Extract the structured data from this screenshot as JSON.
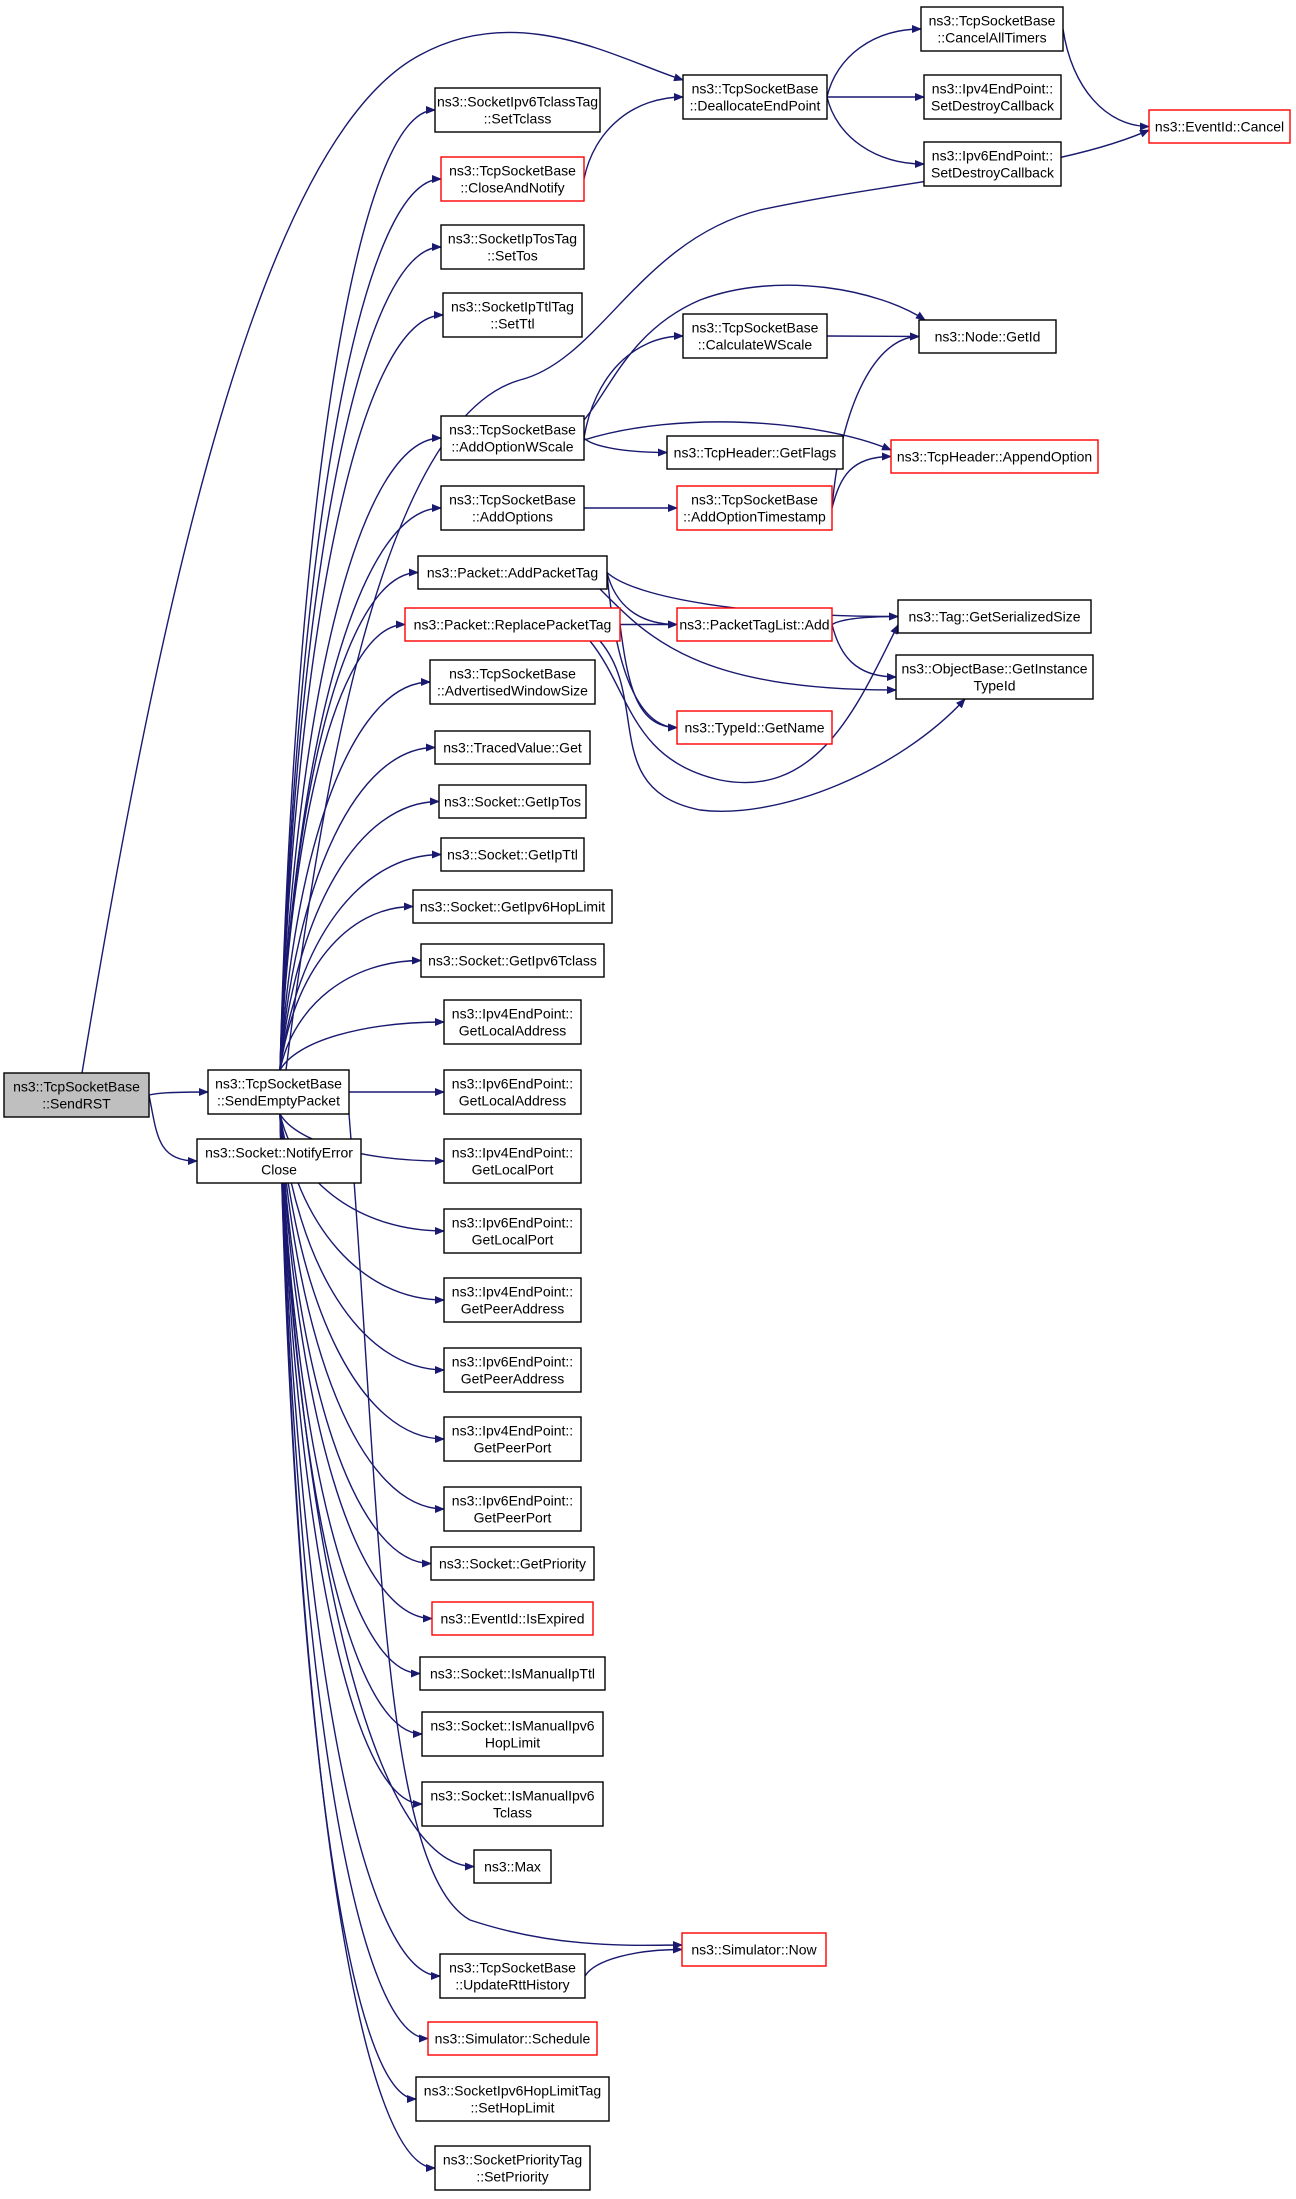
{
  "diagram": {
    "type": "call-graph",
    "colors": {
      "edge": "#191970",
      "root_fill": "#bfbfbf",
      "truncated_border": "#ff0000",
      "normal_border": "#000000"
    },
    "nodes": [
      {
        "id": "sendrst",
        "lines": [
          "ns3::TcpSocketBase",
          "::SendRST"
        ],
        "style": "root"
      },
      {
        "id": "sendempty",
        "lines": [
          "ns3::TcpSocketBase",
          "::SendEmptyPacket"
        ],
        "style": "normal"
      },
      {
        "id": "notifyerror",
        "lines": [
          "ns3::Socket::NotifyError",
          "Close"
        ],
        "style": "normal"
      },
      {
        "id": "dealloc",
        "lines": [
          "ns3::TcpSocketBase",
          "::DeallocateEndPoint"
        ],
        "style": "normal"
      },
      {
        "id": "cancelall",
        "lines": [
          "ns3::TcpSocketBase",
          "::CancelAllTimers"
        ],
        "style": "normal"
      },
      {
        "id": "ipv4destroy",
        "lines": [
          "ns3::Ipv4EndPoint::",
          "SetDestroyCallback"
        ],
        "style": "normal"
      },
      {
        "id": "ipv6destroy",
        "lines": [
          "ns3::Ipv6EndPoint::",
          "SetDestroyCallback"
        ],
        "style": "normal"
      },
      {
        "id": "eventcancel",
        "lines": [
          "ns3::EventId::Cancel"
        ],
        "style": "red"
      },
      {
        "id": "settclass",
        "lines": [
          "ns3::SocketIpv6TclassTag",
          "::SetTclass"
        ],
        "style": "normal"
      },
      {
        "id": "closenotify",
        "lines": [
          "ns3::TcpSocketBase",
          "::CloseAndNotify"
        ],
        "style": "red"
      },
      {
        "id": "settos",
        "lines": [
          "ns3::SocketIpTosTag",
          "::SetTos"
        ],
        "style": "normal"
      },
      {
        "id": "setttl",
        "lines": [
          "ns3::SocketIpTtlTag",
          "::SetTtl"
        ],
        "style": "normal"
      },
      {
        "id": "calcwscale",
        "lines": [
          "ns3::TcpSocketBase",
          "::CalculateWScale"
        ],
        "style": "normal"
      },
      {
        "id": "nodegetid",
        "lines": [
          "ns3::Node::GetId"
        ],
        "style": "normal"
      },
      {
        "id": "addwscale",
        "lines": [
          "ns3::TcpSocketBase",
          "::AddOptionWScale"
        ],
        "style": "normal"
      },
      {
        "id": "getflags",
        "lines": [
          "ns3::TcpHeader::GetFlags"
        ],
        "style": "normal"
      },
      {
        "id": "appendopt",
        "lines": [
          "ns3::TcpHeader::AppendOption"
        ],
        "style": "red"
      },
      {
        "id": "addoptions",
        "lines": [
          "ns3::TcpSocketBase",
          "::AddOptions"
        ],
        "style": "normal"
      },
      {
        "id": "addts",
        "lines": [
          "ns3::TcpSocketBase",
          "::AddOptionTimestamp"
        ],
        "style": "red"
      },
      {
        "id": "addpackettag",
        "lines": [
          "ns3::Packet::AddPacketTag"
        ],
        "style": "normal"
      },
      {
        "id": "replacetag",
        "lines": [
          "ns3::Packet::ReplacePacketTag"
        ],
        "style": "red"
      },
      {
        "id": "tagadd",
        "lines": [
          "ns3::PacketTagList::Add"
        ],
        "style": "red"
      },
      {
        "id": "getsersize",
        "lines": [
          "ns3::Tag::GetSerializedSize"
        ],
        "style": "normal"
      },
      {
        "id": "getinst",
        "lines": [
          "ns3::ObjectBase::GetInstance",
          "TypeId"
        ],
        "style": "normal"
      },
      {
        "id": "typename",
        "lines": [
          "ns3::TypeId::GetName"
        ],
        "style": "red"
      },
      {
        "id": "advwin",
        "lines": [
          "ns3::TcpSocketBase",
          "::AdvertisedWindowSize"
        ],
        "style": "normal"
      },
      {
        "id": "tracedget",
        "lines": [
          "ns3::TracedValue::Get"
        ],
        "style": "normal"
      },
      {
        "id": "getiptos",
        "lines": [
          "ns3::Socket::GetIpTos"
        ],
        "style": "normal"
      },
      {
        "id": "getipttl",
        "lines": [
          "ns3::Socket::GetIpTtl"
        ],
        "style": "normal"
      },
      {
        "id": "gethoplimit",
        "lines": [
          "ns3::Socket::GetIpv6HopLimit"
        ],
        "style": "normal"
      },
      {
        "id": "gettclass",
        "lines": [
          "ns3::Socket::GetIpv6Tclass"
        ],
        "style": "normal"
      },
      {
        "id": "v4localaddr",
        "lines": [
          "ns3::Ipv4EndPoint::",
          "GetLocalAddress"
        ],
        "style": "normal"
      },
      {
        "id": "v6localaddr",
        "lines": [
          "ns3::Ipv6EndPoint::",
          "GetLocalAddress"
        ],
        "style": "normal"
      },
      {
        "id": "v4localport",
        "lines": [
          "ns3::Ipv4EndPoint::",
          "GetLocalPort"
        ],
        "style": "normal"
      },
      {
        "id": "v6localport",
        "lines": [
          "ns3::Ipv6EndPoint::",
          "GetLocalPort"
        ],
        "style": "normal"
      },
      {
        "id": "v4peeraddr",
        "lines": [
          "ns3::Ipv4EndPoint::",
          "GetPeerAddress"
        ],
        "style": "normal"
      },
      {
        "id": "v6peeraddr",
        "lines": [
          "ns3::Ipv6EndPoint::",
          "GetPeerAddress"
        ],
        "style": "normal"
      },
      {
        "id": "v4peerport",
        "lines": [
          "ns3::Ipv4EndPoint::",
          "GetPeerPort"
        ],
        "style": "normal"
      },
      {
        "id": "v6peerport",
        "lines": [
          "ns3::Ipv6EndPoint::",
          "GetPeerPort"
        ],
        "style": "normal"
      },
      {
        "id": "getprio",
        "lines": [
          "ns3::Socket::GetPriority"
        ],
        "style": "normal"
      },
      {
        "id": "isexpired",
        "lines": [
          "ns3::EventId::IsExpired"
        ],
        "style": "red"
      },
      {
        "id": "manualttl",
        "lines": [
          "ns3::Socket::IsManualIpTtl"
        ],
        "style": "normal"
      },
      {
        "id": "manualhop",
        "lines": [
          "ns3::Socket::IsManualIpv6",
          "HopLimit"
        ],
        "style": "normal"
      },
      {
        "id": "manualtclass",
        "lines": [
          "ns3::Socket::IsManualIpv6",
          "Tclass"
        ],
        "style": "normal"
      },
      {
        "id": "max",
        "lines": [
          "ns3::Max"
        ],
        "style": "normal"
      },
      {
        "id": "simnow",
        "lines": [
          "ns3::Simulator::Now"
        ],
        "style": "red"
      },
      {
        "id": "rtthistory",
        "lines": [
          "ns3::TcpSocketBase",
          "::UpdateRttHistory"
        ],
        "style": "normal"
      },
      {
        "id": "schedule",
        "lines": [
          "ns3::Simulator::Schedule"
        ],
        "style": "red"
      },
      {
        "id": "sethoplimit",
        "lines": [
          "ns3::SocketIpv6HopLimitTag",
          "::SetHopLimit"
        ],
        "style": "normal"
      },
      {
        "id": "setprio",
        "lines": [
          "ns3::SocketPriorityTag",
          "::SetPriority"
        ],
        "style": "normal"
      }
    ],
    "edges": [
      [
        "sendrst",
        "sendempty"
      ],
      [
        "sendrst",
        "notifyerror"
      ],
      [
        "sendrst",
        "dealloc"
      ],
      [
        "dealloc",
        "cancelall"
      ],
      [
        "dealloc",
        "ipv4destroy"
      ],
      [
        "dealloc",
        "ipv6destroy"
      ],
      [
        "cancelall",
        "eventcancel"
      ],
      [
        "closenotify",
        "dealloc"
      ],
      [
        "sendempty",
        "settclass"
      ],
      [
        "sendempty",
        "closenotify"
      ],
      [
        "sendempty",
        "settos"
      ],
      [
        "sendempty",
        "setttl"
      ],
      [
        "sendempty",
        "eventcancel"
      ],
      [
        "sendempty",
        "addwscale"
      ],
      [
        "sendempty",
        "addoptions"
      ],
      [
        "sendempty",
        "addpackettag"
      ],
      [
        "sendempty",
        "replacetag"
      ],
      [
        "sendempty",
        "advwin"
      ],
      [
        "sendempty",
        "tracedget"
      ],
      [
        "sendempty",
        "getiptos"
      ],
      [
        "sendempty",
        "getipttl"
      ],
      [
        "sendempty",
        "gethoplimit"
      ],
      [
        "sendempty",
        "gettclass"
      ],
      [
        "sendempty",
        "v4localaddr"
      ],
      [
        "sendempty",
        "v6localaddr"
      ],
      [
        "sendempty",
        "v4localport"
      ],
      [
        "sendempty",
        "v6localport"
      ],
      [
        "sendempty",
        "v4peeraddr"
      ],
      [
        "sendempty",
        "v6peeraddr"
      ],
      [
        "sendempty",
        "v4peerport"
      ],
      [
        "sendempty",
        "v6peerport"
      ],
      [
        "sendempty",
        "getprio"
      ],
      [
        "sendempty",
        "isexpired"
      ],
      [
        "sendempty",
        "manualttl"
      ],
      [
        "sendempty",
        "manualhop"
      ],
      [
        "sendempty",
        "manualtclass"
      ],
      [
        "sendempty",
        "max"
      ],
      [
        "sendempty",
        "simnow"
      ],
      [
        "sendempty",
        "rtthistory"
      ],
      [
        "sendempty",
        "schedule"
      ],
      [
        "sendempty",
        "sethoplimit"
      ],
      [
        "sendempty",
        "setprio"
      ],
      [
        "addwscale",
        "nodegetid"
      ],
      [
        "addwscale",
        "calcwscale"
      ],
      [
        "addwscale",
        "getflags"
      ],
      [
        "addwscale",
        "appendopt"
      ],
      [
        "calcwscale",
        "nodegetid"
      ],
      [
        "addoptions",
        "addts"
      ],
      [
        "addts",
        "nodegetid"
      ],
      [
        "addts",
        "appendopt"
      ],
      [
        "addpackettag",
        "getsersize"
      ],
      [
        "addpackettag",
        "tagadd"
      ],
      [
        "addpackettag",
        "getinst"
      ],
      [
        "addpackettag",
        "typename"
      ],
      [
        "replacetag",
        "getsersize"
      ],
      [
        "replacetag",
        "tagadd"
      ],
      [
        "replacetag",
        "getinst"
      ],
      [
        "replacetag",
        "typename"
      ],
      [
        "tagadd",
        "getsersize"
      ],
      [
        "tagadd",
        "getinst"
      ],
      [
        "rtthistory",
        "simnow"
      ]
    ]
  }
}
